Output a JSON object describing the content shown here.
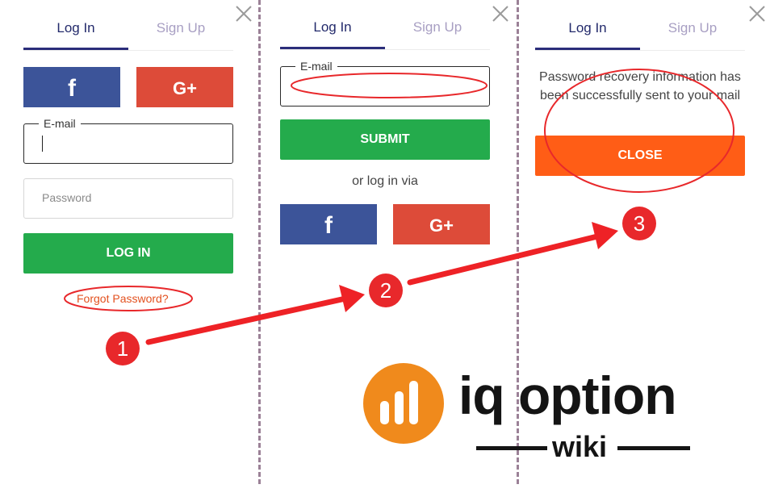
{
  "panel1": {
    "tab_login": "Log In",
    "tab_signup": "Sign Up",
    "facebook": "f",
    "google": "G+",
    "email_label": "E-mail",
    "password_placeholder": "Password",
    "login_button": "LOG IN",
    "forgot_link": "Forgot Password?"
  },
  "panel2": {
    "tab_login": "Log In",
    "tab_signup": "Sign Up",
    "email_label": "E-mail",
    "submit_button": "SUBMIT",
    "or_text": "or log in via",
    "facebook": "f",
    "google": "G+"
  },
  "panel3": {
    "tab_login": "Log In",
    "tab_signup": "Sign Up",
    "message": "Password recovery information has been successfully sent to your mail",
    "close_button": "CLOSE"
  },
  "steps": [
    "1",
    "2",
    "3"
  ],
  "logo": {
    "brand": "iq option",
    "sub": "wiki"
  },
  "colors": {
    "accent_green": "#24ab4c",
    "accent_orange": "#ff5d16",
    "facebook": "#3c5499",
    "google": "#dd4b39",
    "tab_active": "#232a6b",
    "annotation_red": "#e8282b"
  }
}
